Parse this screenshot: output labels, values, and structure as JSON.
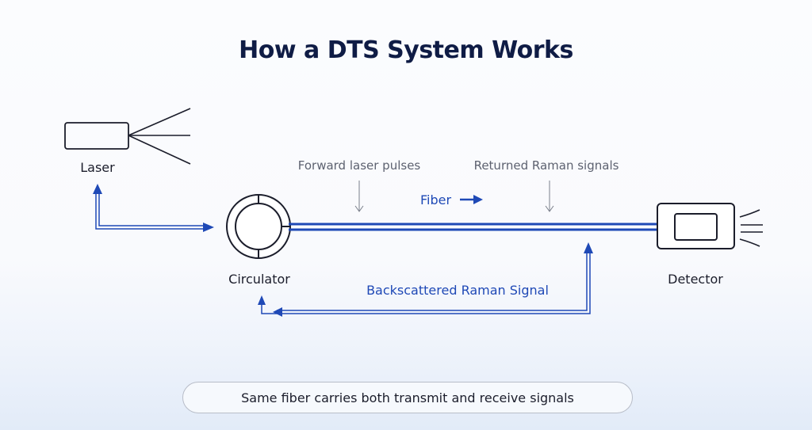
{
  "title": "How a DTS System Works",
  "components": {
    "laser": "Laser",
    "circulator": "Circulator",
    "detector": "Detector"
  },
  "annotations": {
    "forward": "Forward laser pulses",
    "returned": "Returned Raman signals",
    "fiber": "Fiber",
    "backscattered": "Backscattered Raman Signal"
  },
  "note": "Same fiber carries both transmit and receive signals",
  "colors": {
    "navy": "#0f1c45",
    "blue": "#1f49b6",
    "line": "#1b1d2b",
    "muted": "#5d6270"
  }
}
